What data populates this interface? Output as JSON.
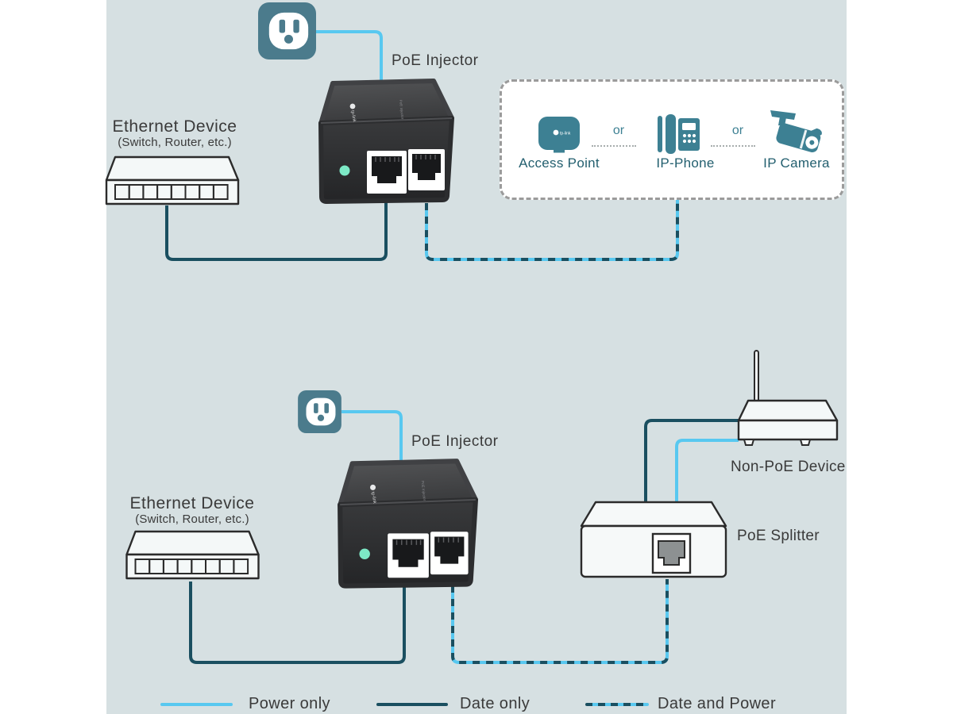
{
  "colors": {
    "background": "#d6e0e2",
    "power_line": "#58c8f0",
    "data_line": "#1a4f60",
    "dashed_box_border": "#9b9b9b",
    "device_outline": "#2b2b2b",
    "icon_teal": "#3d8093",
    "icon_label_text": "#235f6f",
    "label_text": "#3a3a3a",
    "outlet_background": "#4b7b8c",
    "led_green": "#7de9c6"
  },
  "top_diagram": {
    "poe_injector_label": "PoE Injector",
    "ethernet_device": {
      "label": "Ethernet Device",
      "sublabel": "(Switch, Router, etc.)"
    },
    "powered_devices_box": {
      "separator": "or",
      "items": [
        {
          "label": "Access Point",
          "icon": "access-point-icon"
        },
        {
          "label": "IP-Phone",
          "icon": "ip-phone-icon"
        },
        {
          "label": "IP Camera",
          "icon": "ip-camera-icon"
        }
      ]
    }
  },
  "bottom_diagram": {
    "poe_injector_label": "PoE Injector",
    "ethernet_device": {
      "label": "Ethernet Device",
      "sublabel": "(Switch, Router, etc.)"
    },
    "non_poe_device_label": "Non-PoE Device",
    "poe_splitter_label": "PoE Splitter"
  },
  "legend": {
    "items": [
      {
        "label": "Power only",
        "type": "power"
      },
      {
        "label": "Date only",
        "type": "data"
      },
      {
        "label": "Date and Power",
        "type": "data_and_power"
      }
    ]
  }
}
